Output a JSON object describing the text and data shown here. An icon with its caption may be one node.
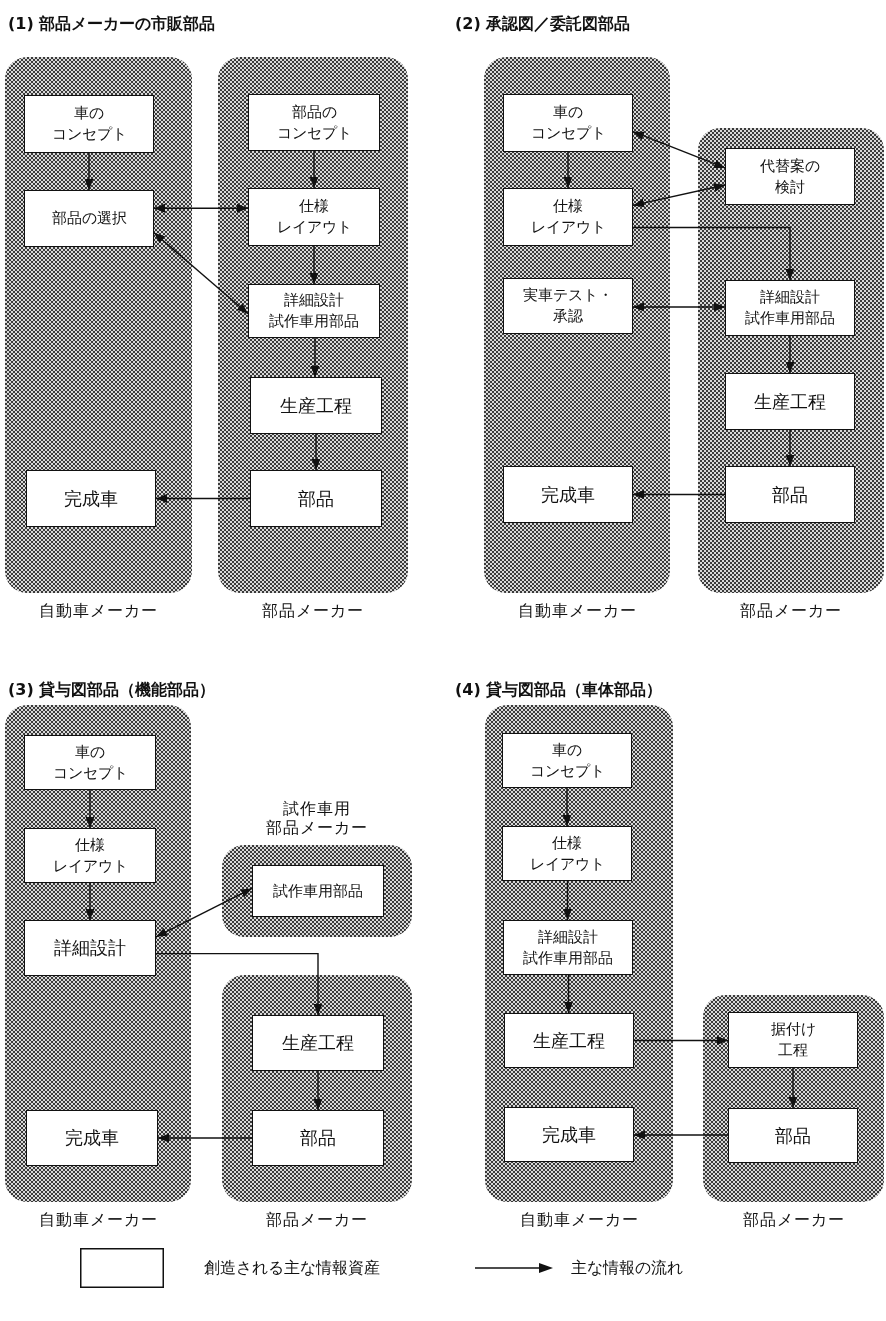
{
  "diagram": {
    "nodes": [
      {
        "text": [
          "自動車メーカー"
        ]
      },
      {
        "text": [
          "車のコンセプト"
        ],
        "in": 0
      },
      {
        "text": [
          "部品の選択"
        ],
        "in": 0
      },
      {
        "text": [
          "完成車"
        ],
        "in": 0
      },
      {
        "text": [
          "部品メーカー"
        ]
      },
      {
        "text": [
          "部品のコンセプト"
        ],
        "in": 4
      },
      {
        "text": [
          "仕様レイアウト"
        ],
        "in": 4
      },
      {
        "text": [
          "詳細設計試作車用部品"
        ],
        "in": 4
      },
      {
        "text": [
          "生産工程"
        ],
        "in": 4
      },
      {
        "text": [
          "部品"
        ],
        "in": 4
      },
      {
        "text": [
          "自動車メーカー"
        ]
      },
      {
        "text": [
          "車のコンセプト"
        ],
        "in": 10
      },
      {
        "text": [
          "仕様レイアウト"
        ],
        "in": 10
      },
      {
        "text": [
          "実車テスト・承認"
        ],
        "in": 10
      },
      {
        "text": [
          "完成車"
        ],
        "in": 10
      },
      {
        "text": [
          "部品メーカー"
        ]
      },
      {
        "text": [
          "代替案の検討"
        ],
        "in": 15
      },
      {
        "text": [
          "詳細設計試作車用部品"
        ],
        "in": 15
      },
      {
        "text": [
          "生産工程"
        ],
        "in": 15
      },
      {
        "text": [
          "部品"
        ],
        "in": 15
      },
      {
        "text": [
          "自動車メーカー"
        ]
      },
      {
        "text": [
          "車のコンセプト"
        ],
        "in": 20
      },
      {
        "text": [
          "仕様レイアウト"
        ],
        "in": 20
      },
      {
        "text": [
          "詳細設計"
        ],
        "in": 20
      },
      {
        "text": [
          "完成車"
        ],
        "in": 20
      },
      {
        "text": [
          "試作車用部品メーカー"
        ]
      },
      {
        "text": [
          "試作車用部品"
        ],
        "in": 25
      },
      {
        "text": [
          "部品メーカー"
        ]
      },
      {
        "text": [
          "生産工程"
        ],
        "in": 27
      },
      {
        "text": [
          "部品"
        ],
        "in": 27
      },
      {
        "text": [
          "自動車メーカー"
        ]
      },
      {
        "text": [
          "車のコンセプト"
        ],
        "in": 30
      },
      {
        "text": [
          "仕様レイアウト"
        ],
        "in": 30
      },
      {
        "text": [
          "詳細設計試作車用部品"
        ],
        "in": 30
      },
      {
        "text": [
          "生産工程"
        ],
        "in": 30
      },
      {
        "text": [
          "完成車"
        ],
        "in": 30
      },
      {
        "text": [
          "部品メーカー"
        ]
      },
      {
        "text": [
          "据付け工程"
        ],
        "in": 36
      },
      {
        "text": [
          "部品"
        ],
        "in": 36
      }
    ],
    "edges": [
      {
        "from": 1,
        "to": 2,
        "arrow": "to"
      },
      {
        "from": 2,
        "to": 6,
        "arrow": "both"
      },
      {
        "from": 2,
        "to": 7,
        "arrow": "both"
      },
      {
        "from": 5,
        "to": 6,
        "arrow": "to"
      },
      {
        "from": 6,
        "to": 7,
        "arrow": "to"
      },
      {
        "from": 7,
        "to": 8,
        "arrow": "to"
      },
      {
        "from": 8,
        "to": 9,
        "arrow": "to"
      },
      {
        "from": 9,
        "to": 3,
        "arrow": "to"
      },
      {
        "from": 11,
        "to": 12,
        "arrow": "to"
      },
      {
        "from": 11,
        "to": 16,
        "arrow": "both"
      },
      {
        "from": 12,
        "to": 16,
        "arrow": "both"
      },
      {
        "from": 12,
        "to": 17,
        "arrow": "to"
      },
      {
        "from": 13,
        "to": 17,
        "arrow": "both"
      },
      {
        "from": 17,
        "to": 18,
        "arrow": "to"
      },
      {
        "from": 18,
        "to": 19,
        "arrow": "to"
      },
      {
        "from": 19,
        "to": 14,
        "arrow": "to"
      },
      {
        "from": 21,
        "to": 22,
        "arrow": "to"
      },
      {
        "from": 22,
        "to": 23,
        "arrow": "to"
      },
      {
        "from": 23,
        "to": 26,
        "arrow": "both"
      },
      {
        "from": 23,
        "to": 28,
        "arrow": "to"
      },
      {
        "from": 28,
        "to": 29,
        "arrow": "to"
      },
      {
        "from": 29,
        "to": 24,
        "arrow": "to"
      },
      {
        "from": 31,
        "to": 32,
        "arrow": "to"
      },
      {
        "from": 32,
        "to": 33,
        "arrow": "to"
      },
      {
        "from": 33,
        "to": 34,
        "arrow": "to"
      },
      {
        "from": 34,
        "to": 37,
        "arrow": "to"
      },
      {
        "from": 37,
        "to": 38,
        "arrow": "to"
      },
      {
        "from": 38,
        "to": 35,
        "arrow": "to"
      }
    ],
    "labels": [
      "(1) 部品メーカーの市販部品",
      "(2) 承認図／委託図部品",
      "(3) 貸与図部品（機能部品）",
      "(4) 貸与図部品（車体部品）"
    ],
    "legend": [
      {
        "text": "創造される主な情報資産"
      },
      {
        "text": "主な情報の流れ"
      }
    ]
  }
}
